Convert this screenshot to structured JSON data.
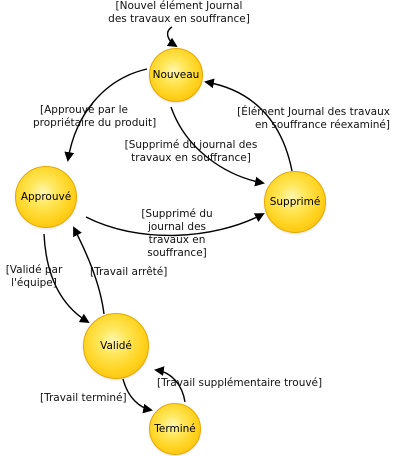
{
  "states": {
    "nouveau": "Nouveau",
    "approuve": "Approuvé",
    "supprime": "Supprimé",
    "valide": "Validé",
    "termine": "Terminé"
  },
  "transitions": {
    "start_to_nouveau": "[Nouvel élément Journal\ndes travaux en souffrance]",
    "nouveau_to_approuve": "[Approuvé par le\npropriétaire du produit]",
    "nouveau_to_supprime": "[Supprimé du journal des\ntravaux en souffrance]",
    "supprime_to_nouveau": "[Élément Journal des travaux\nen souffrance réexaminé]",
    "approuve_to_supprime": "[Supprimé du\njournal des\ntravaux en\nsouffrance]",
    "approuve_to_valide": "[Validé par\nl'équipe]",
    "valide_to_approuve": "[Travail arrêté]",
    "valide_to_termine": "[Travail terminé]",
    "termine_to_valide": "[Travail supplémentaire trouvé]"
  },
  "colors": {
    "state_fill": "#ffd21e",
    "state_border": "#e5a800",
    "arrow": "#000000"
  }
}
